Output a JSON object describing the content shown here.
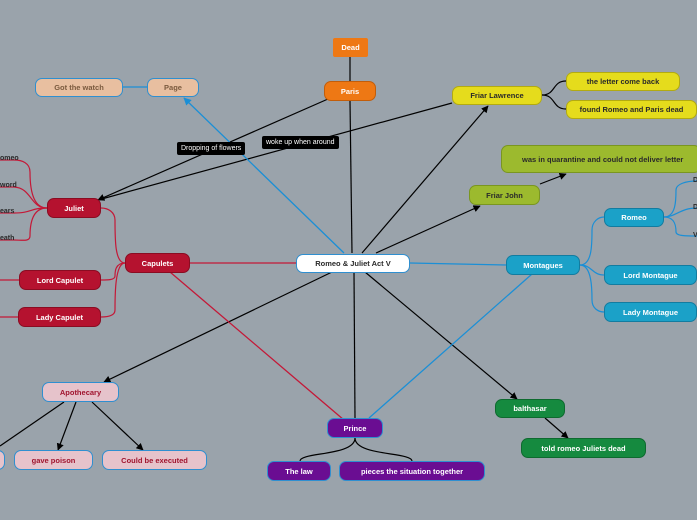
{
  "central": "Romeo & Juliet Act V",
  "nodes": {
    "dead": "Dead",
    "paris": "Paris",
    "page": "Page",
    "got_watch": "Got the watch",
    "friar_lawrence": "Friar Lawrence",
    "letter_back": "the letter come back",
    "found_romeo_paris": "found Romeo and Paris dead",
    "quarantine": "was in quarantine and could not deliver letter",
    "friar_john": "Friar John",
    "juliet": "Juliet",
    "capulets": "Capulets",
    "lord_capulet": "Lord Capulet",
    "lady_capulet": "Lady Capulet",
    "montagues": "Montagues",
    "romeo": "Romeo",
    "lord_montague": "Lord Montague",
    "lady_montague": "Lady Montague",
    "apothecary": "Apothecary",
    "gave_poison": "gave poison",
    "could_execute": "Could be executed",
    "prince": "Prince",
    "the_law": "The law",
    "pieces_together": "pieces the situation together",
    "balthasar": "balthasar",
    "told_romeo": "told romeo Juliets dead"
  },
  "juliet_children": [
    "omeo",
    "word",
    "ears",
    "eath"
  ],
  "romeo_children": [
    "D",
    "D",
    "V"
  ],
  "relation_labels": {
    "dropping_flowers": "Dropping of flowers",
    "woke_up": "woke up when around"
  },
  "colors": {
    "background": "#9aa3ab",
    "capulet_red": "#b5122f",
    "montague_blue": "#1ba1c8",
    "friar_yellow": "#e5dc1c",
    "friar_john_green": "#9cba2e",
    "paris_orange": "#ee7814",
    "page_peach": "#e8bfa0",
    "apothecary_pink": "#e6c3cb",
    "prince_purple": "#6a0d92",
    "balthasar_green": "#158a3f"
  }
}
